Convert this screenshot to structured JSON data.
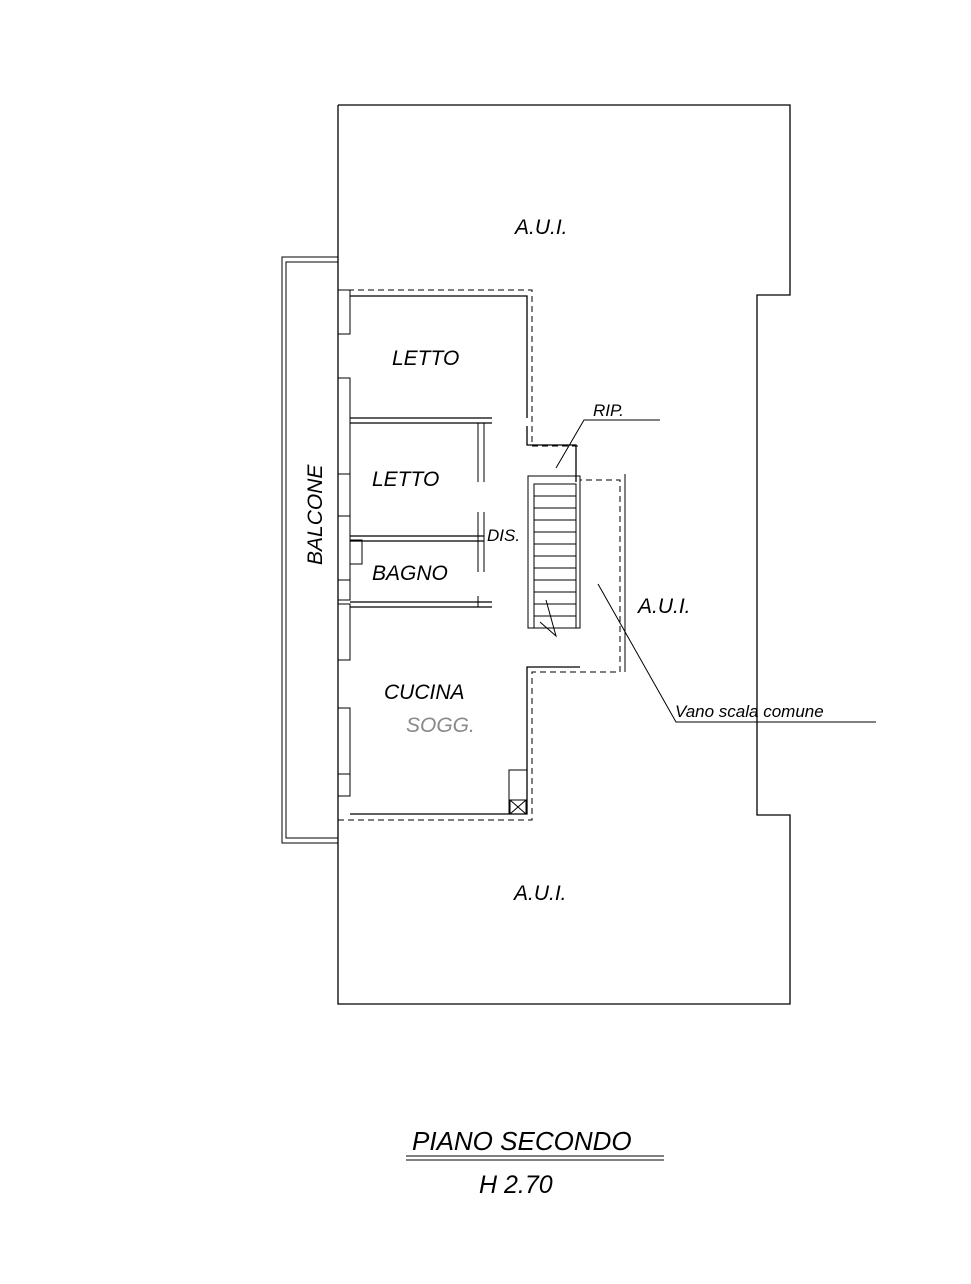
{
  "plan": {
    "rooms": {
      "aui_top": "A.U.I.",
      "aui_right": "A.U.I.",
      "aui_bottom": "A.U.I.",
      "letto_1": "LETTO",
      "letto_2": "LETTO",
      "bagno": "BAGNO",
      "dis": "DIS.",
      "cucina": "CUCINA",
      "sogg": "SOGG.",
      "rip": "RIP.",
      "balcone": "BALCONE",
      "vano_scala": "Vano scala comune"
    },
    "title": "PIANO SECONDO",
    "height": "H 2.70"
  }
}
